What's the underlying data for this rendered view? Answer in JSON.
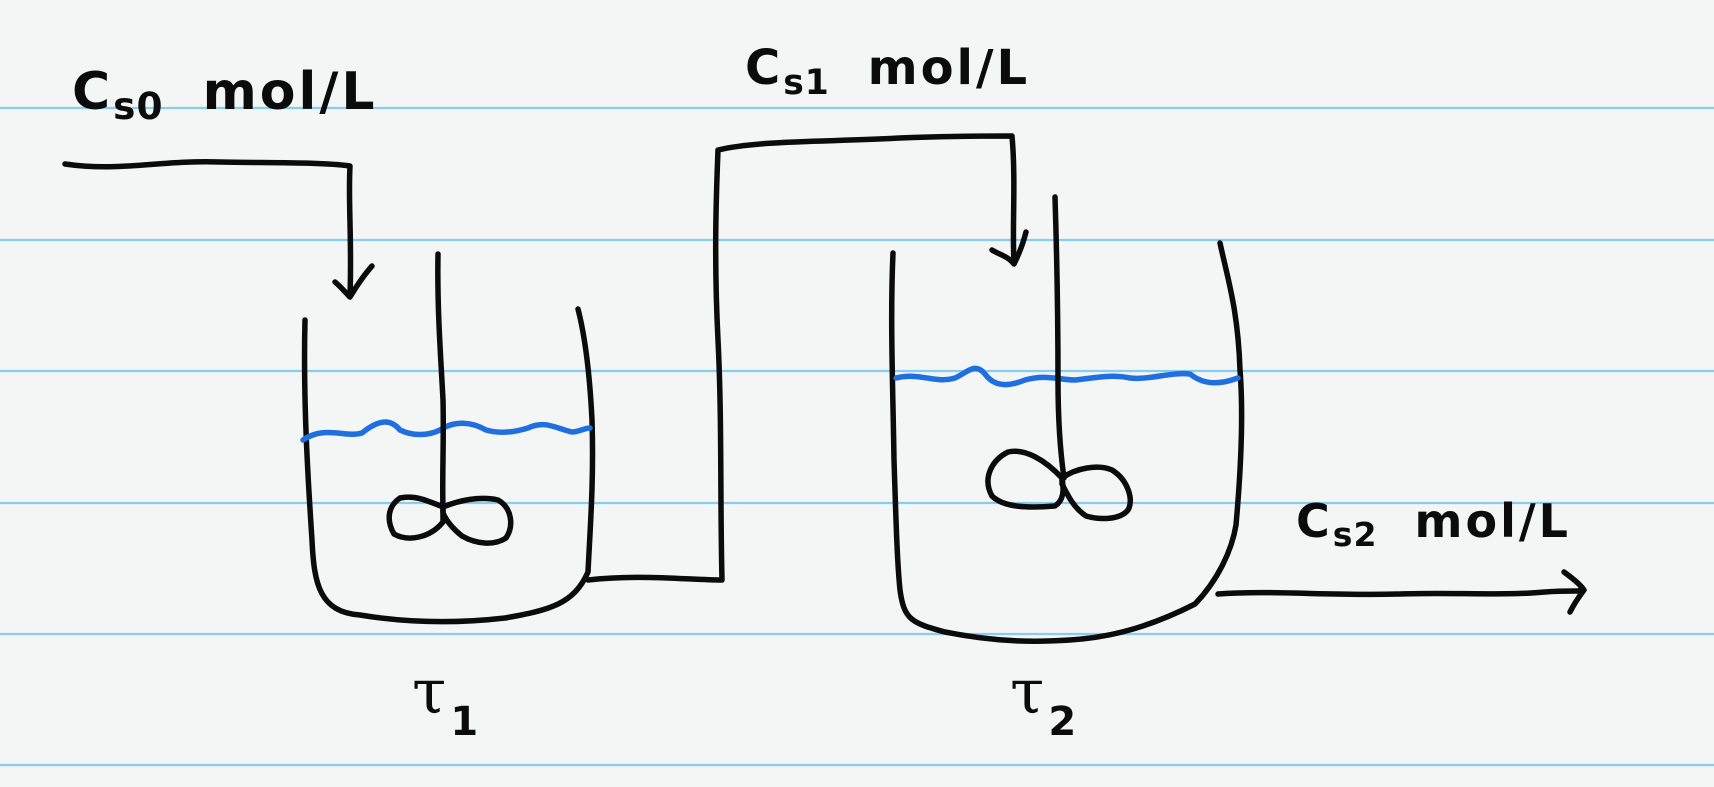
{
  "labels": {
    "inlet": {
      "symbol": "C",
      "subscript": "s0",
      "unit": "mol/L"
    },
    "intermediate": {
      "symbol": "C",
      "subscript": "s1",
      "unit": "mol/L"
    },
    "outlet": {
      "symbol": "C",
      "subscript": "s2",
      "unit": "mol/L"
    },
    "tank1_residence": {
      "symbol": "τ",
      "subscript": "1"
    },
    "tank2_residence": {
      "symbol": "τ",
      "subscript": "2"
    }
  },
  "colors": {
    "ink": "#0b0b0b",
    "liquid_surface": "#1f6fe0",
    "ruled_lines": "#86cdf0",
    "paper": "#f4f6f6"
  }
}
